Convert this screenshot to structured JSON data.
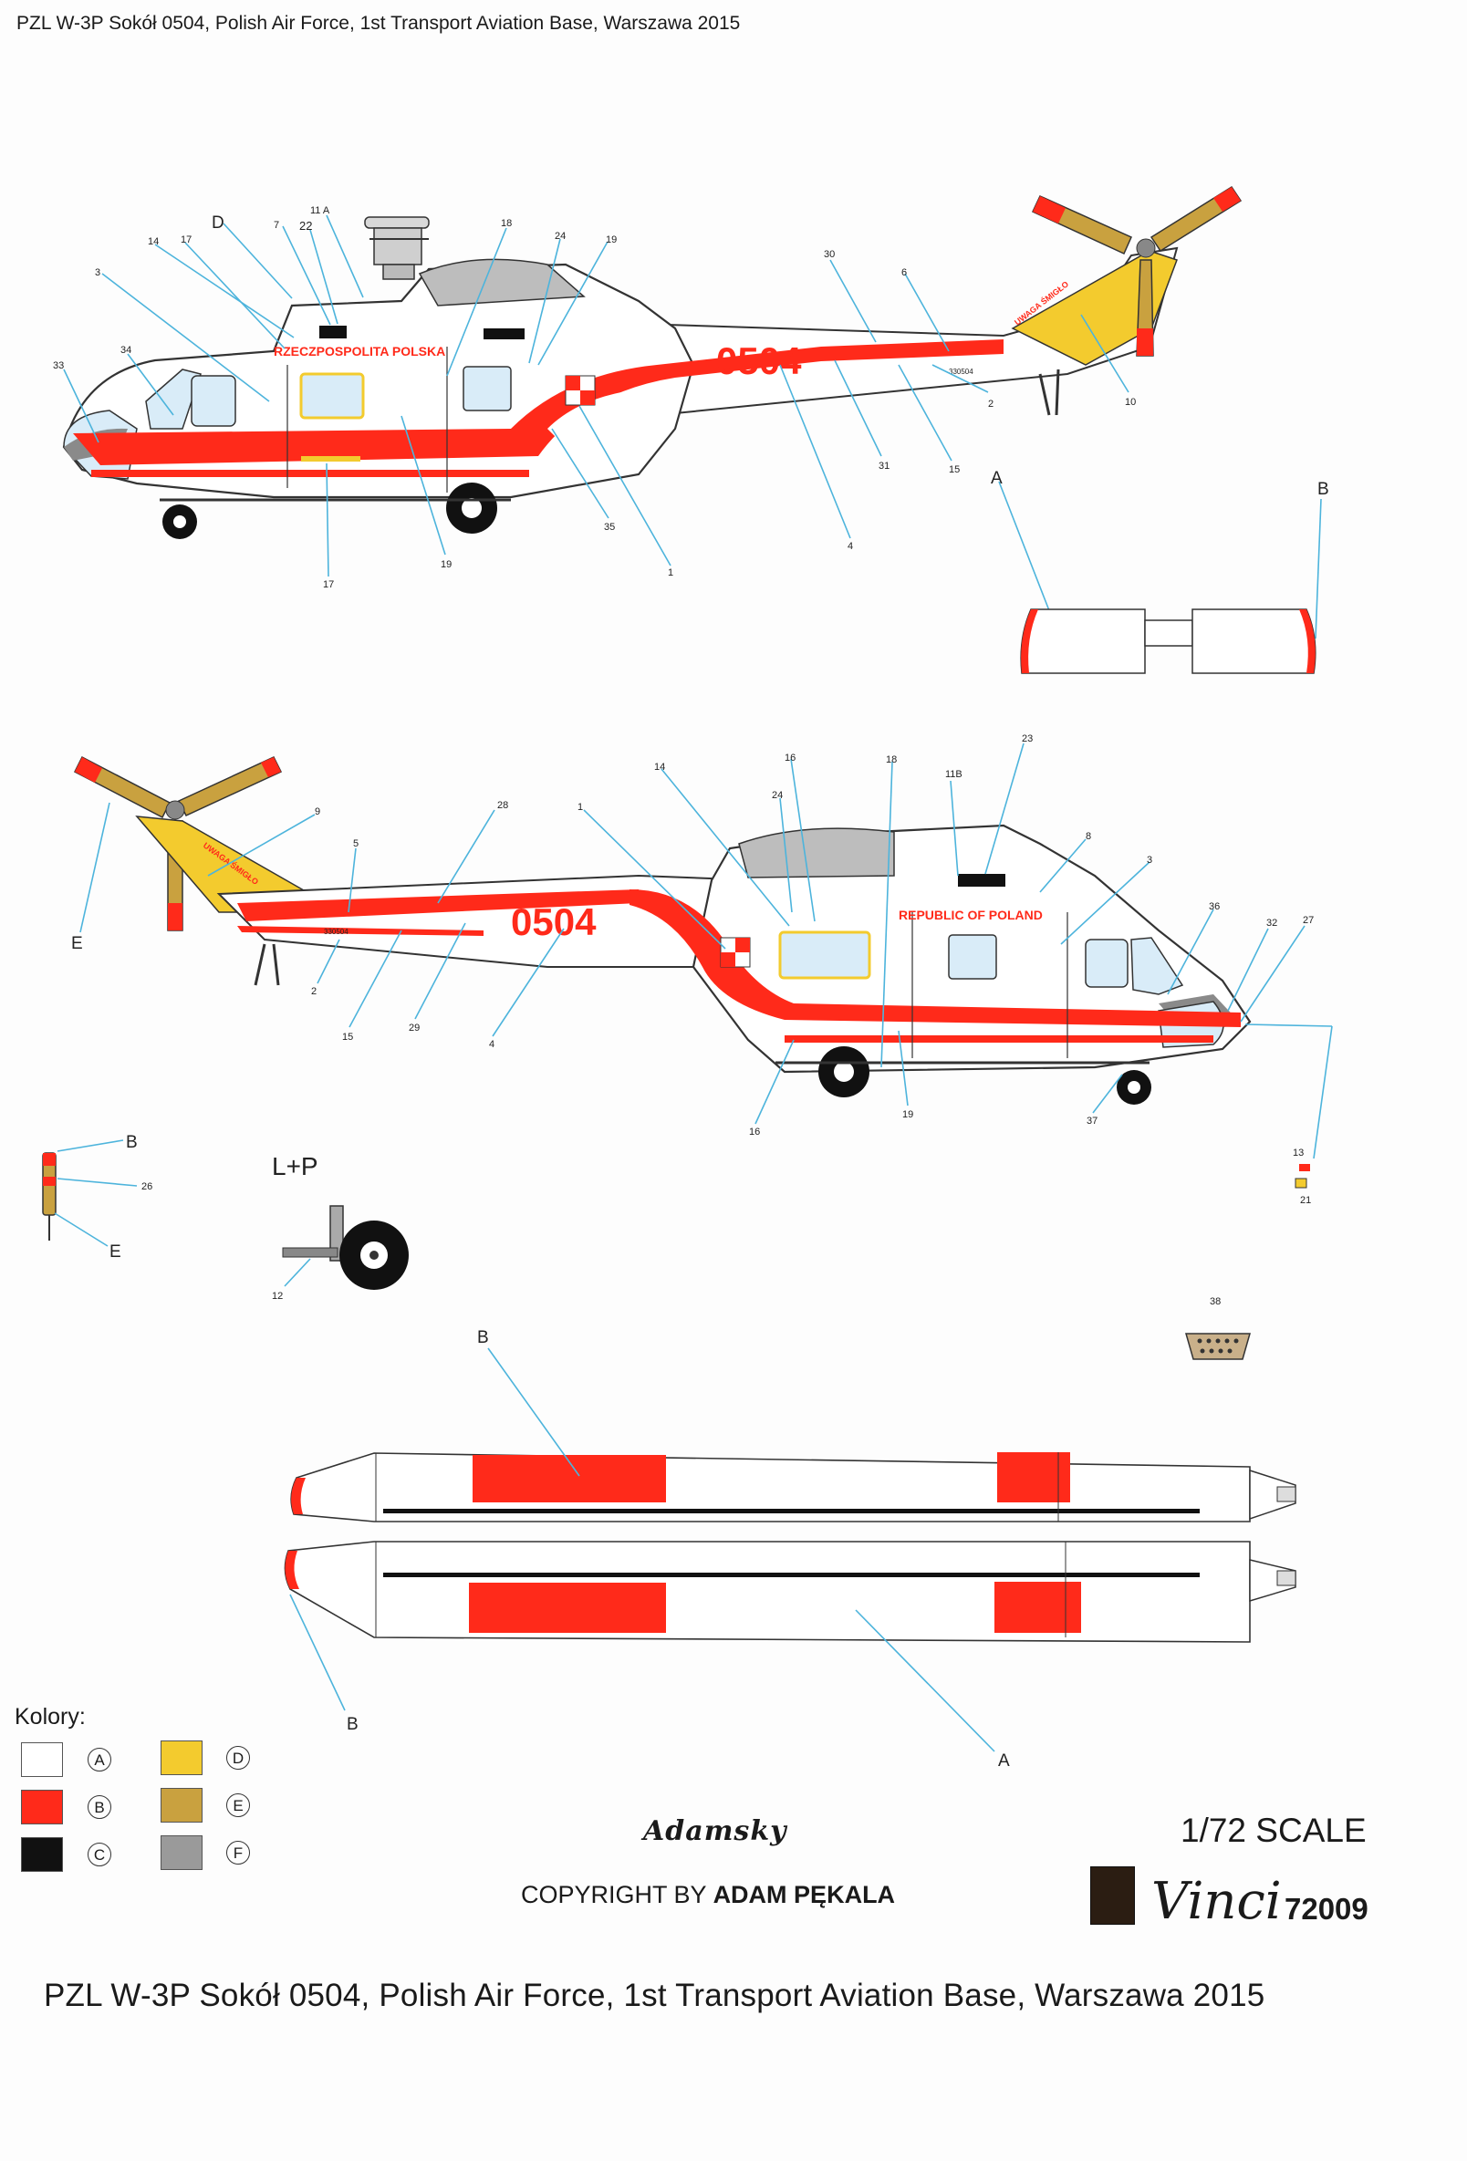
{
  "title": "PZL W-3P Sokół 0504, Polish Air Force,  1st Transport Aviation Base, Warszawa  2015",
  "subtitle": "PZL W-3P Sokół 0504, Polish Air Force,  1st Transport Aviation Base, Warszawa  2015",
  "left_view": {
    "serial": "0504",
    "inscription": "RZECZPOSPOLITA POLSKA",
    "warning": "UWAGA ŚMIGŁO",
    "small_serial": "330504",
    "callouts": [
      "11 A",
      "D",
      "7",
      "22",
      "18",
      "24",
      "19",
      "14",
      "17",
      "3",
      "34",
      "33",
      "30",
      "6",
      "2",
      "10",
      "31",
      "15",
      "4",
      "35",
      "1",
      "19",
      "17",
      "A",
      "B"
    ]
  },
  "right_view": {
    "serial": "0504",
    "inscription": "REPUBLIC OF POLAND",
    "warning": "UWAGA ŚMIGŁO",
    "small_serial": "330504",
    "callouts": [
      "9",
      "28",
      "1",
      "14",
      "16",
      "24",
      "18",
      "11B",
      "23",
      "8",
      "3",
      "36",
      "32",
      "27",
      "E",
      "5",
      "2",
      "15",
      "29",
      "4",
      "16",
      "19",
      "37",
      "13",
      "21"
    ]
  },
  "details": {
    "blade_tip_callouts": [
      "B",
      "26",
      "E"
    ],
    "wheel_label": "L+P",
    "wheel_callout": "12",
    "panel_callout": "38",
    "blade_callouts": [
      "B",
      "B",
      "A"
    ]
  },
  "legend": {
    "title": "Kolory:",
    "items": [
      {
        "letter": "A",
        "color": "#ffffff"
      },
      {
        "letter": "B",
        "color": "#ff2a1a"
      },
      {
        "letter": "C",
        "color": "#111111"
      },
      {
        "letter": "D",
        "color": "#f3cb2e"
      },
      {
        "letter": "E",
        "color": "#c9a13f"
      },
      {
        "letter": "F",
        "color": "#9a9a9a"
      }
    ]
  },
  "branding": {
    "scale": "1/72 SCALE",
    "copyright_prefix": "COPYRIGHT BY ",
    "copyright_name": "ADAM PĘKALA",
    "adamsky": "Adamsky",
    "vinci": "Vinci",
    "kit_number": "72009"
  },
  "colors": {
    "red": "#ff2a1a",
    "yellow": "#f3cb2e",
    "ochre": "#c9a13f",
    "glass": "#d9ecf8",
    "callout": "#4db4dc"
  }
}
